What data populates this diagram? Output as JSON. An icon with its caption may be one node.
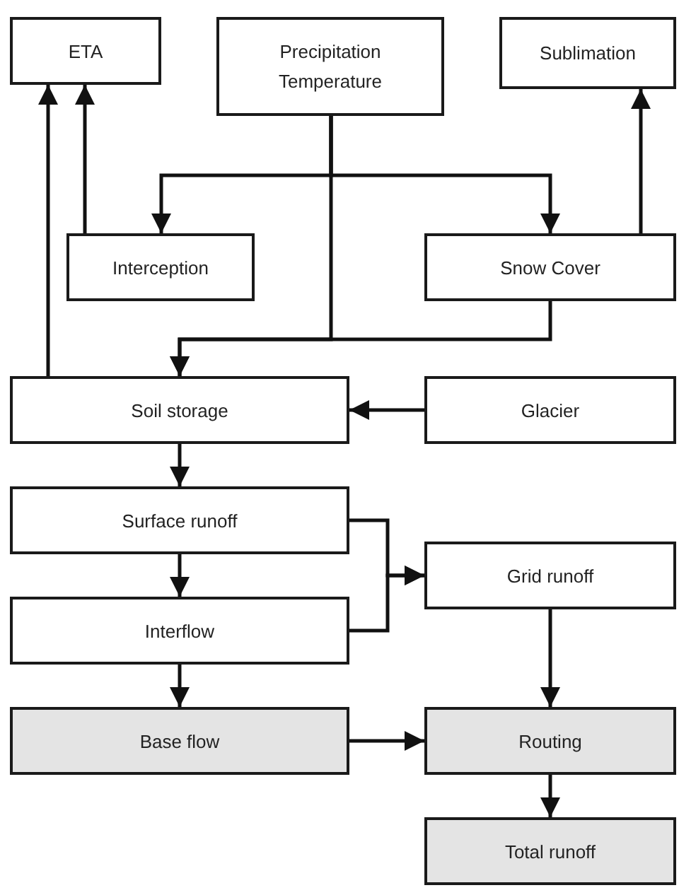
{
  "diagram": {
    "nodes": [
      {
        "text": [
          "ETA"
        ]
      },
      {
        "text": [
          "Precipitation",
          "Temperature"
        ]
      },
      {
        "text": [
          "Sublimation"
        ]
      },
      {
        "text": [
          "Interception"
        ]
      },
      {
        "text": [
          "Snow Cover"
        ]
      },
      {
        "text": [
          "Soil storage"
        ]
      },
      {
        "text": [
          "Glacier"
        ]
      },
      {
        "text": [
          "Surface runoff"
        ]
      },
      {
        "text": [
          "Grid runoff"
        ]
      },
      {
        "text": [
          "Interflow"
        ]
      },
      {
        "text": [
          "Base flow"
        ]
      },
      {
        "text": [
          "Routing"
        ]
      },
      {
        "text": [
          "Total runoff"
        ]
      }
    ],
    "edges": [
      {
        "from": 1,
        "to": 3,
        "arrow": "to"
      },
      {
        "from": 1,
        "to": 4,
        "arrow": "to"
      },
      {
        "from": 1,
        "to": 5,
        "arrow": "to"
      },
      {
        "from": 4,
        "to": 5,
        "arrow": "to"
      },
      {
        "from": 3,
        "to": 0,
        "arrow": "to"
      },
      {
        "from": 5,
        "to": 0,
        "arrow": "to"
      },
      {
        "from": 4,
        "to": 2,
        "arrow": "to"
      },
      {
        "from": 6,
        "to": 5,
        "arrow": "to"
      },
      {
        "from": 5,
        "to": 7,
        "arrow": "to"
      },
      {
        "from": 7,
        "to": 9,
        "arrow": "to"
      },
      {
        "from": 7,
        "to": 8,
        "arrow": "to"
      },
      {
        "from": 9,
        "to": 8,
        "arrow": "to"
      },
      {
        "from": 9,
        "to": 10,
        "arrow": "to"
      },
      {
        "from": 8,
        "to": 11,
        "arrow": "to"
      },
      {
        "from": 10,
        "to": 11,
        "arrow": "to"
      },
      {
        "from": 11,
        "to": 12,
        "arrow": "to"
      }
    ]
  }
}
